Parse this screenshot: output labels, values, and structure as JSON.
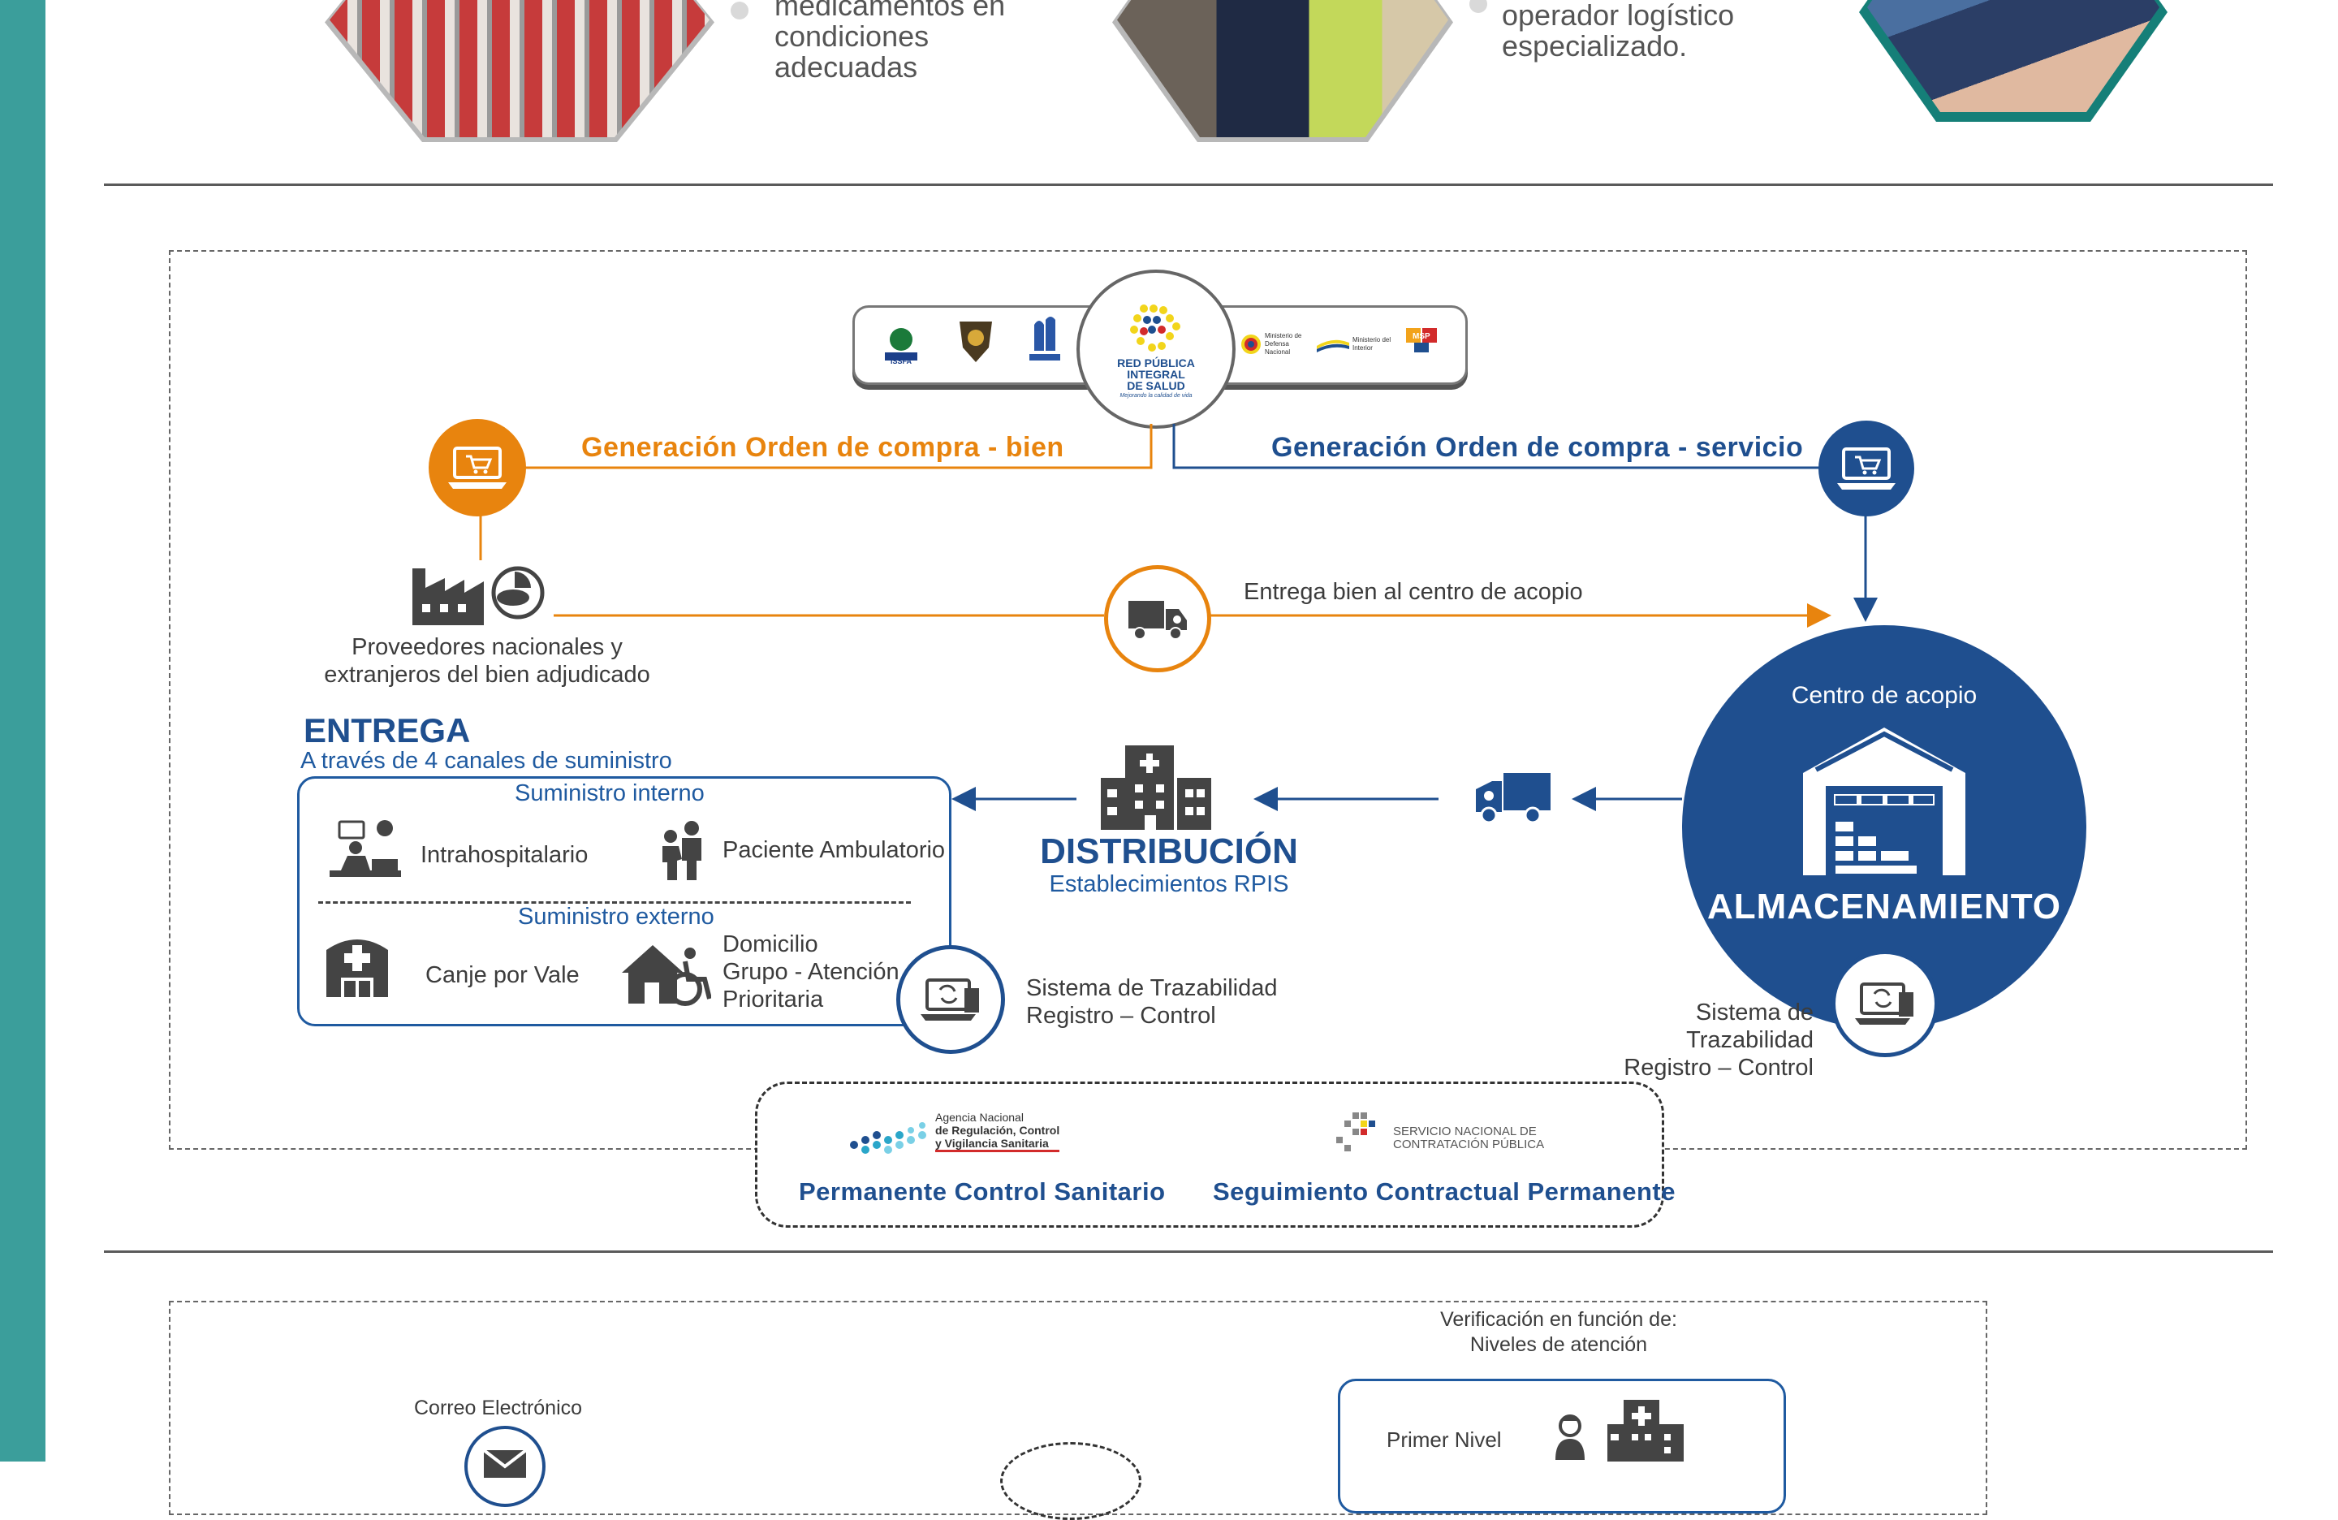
{
  "top": {
    "text1": [
      "medicamentos en",
      "condiciones",
      "adecuadas"
    ],
    "text2": [
      "operador logístico",
      "especializado."
    ]
  },
  "header_logos": {
    "left_logos": [
      "ISSFA",
      "ISSPOL",
      "IESS"
    ],
    "center_logo": [
      "RED PÚBLICA",
      "INTEGRAL",
      "DE SALUD"
    ],
    "center_tagline": "Mejorando la calidad de vida",
    "right_logos": [
      "Ministerio de Defensa Nacional",
      "Ministerio del Interior",
      "MSP"
    ]
  },
  "flow": {
    "orden_bien": "Generación Orden de compra - bien",
    "orden_servicio": "Generación Orden de compra - servicio",
    "proveedores": [
      "Proveedores nacionales y",
      "extranjeros del bien adjudicado"
    ],
    "entrega_bien": "Entrega bien al centro de acopio",
    "centro_acopio": "Centro de acopio",
    "almacenamiento": "ALMACENAMIENTO",
    "distribucion": "DISTRIBUCIÓN",
    "establecimientos": "Establecimientos RPIS",
    "trazabilidad_right": [
      "Sistema de Trazabilidad",
      "Registro – Control"
    ],
    "trazabilidad_center": [
      "Sistema de Trazabilidad",
      "Registro – Control"
    ]
  },
  "entrega": {
    "title": "ENTREGA",
    "subtitle": "A través de 4 canales de suministro",
    "interno_title": "Suministro interno",
    "intrahospitalario": "Intrahospitalario",
    "ambulatorio": "Paciente Ambulatorio",
    "externo_title": "Suministro externo",
    "canje": "Canje por Vale",
    "domicilio": [
      "Domicilio",
      "Grupo - Atención",
      "Prioritaria"
    ]
  },
  "control": {
    "arcsa_logo": [
      "Agencia Nacional",
      "de Regulación, Control",
      "y Vigilancia Sanitaria"
    ],
    "sercop_logo": [
      "SERVICIO NACIONAL DE",
      "CONTRATACIÓN PÚBLICA"
    ],
    "sanitario": "Permanente Control Sanitario",
    "contractual": "Seguimiento Contractual Permanente"
  },
  "bottom": {
    "correo": "Correo Electrónico",
    "verificacion": [
      "Verificación en función de:",
      "Niveles de atención"
    ],
    "primer_nivel": "Primer Nivel"
  },
  "colors": {
    "orange": "#e8840e",
    "blue": "#1f4f8f",
    "teal": "#3b9e9b",
    "gray": "#555555"
  }
}
